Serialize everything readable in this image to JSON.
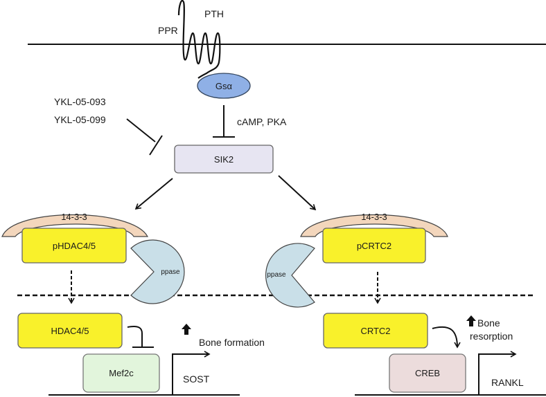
{
  "membrane": {
    "receptor_label": "PPR",
    "ligand_label": "PTH"
  },
  "nodes": {
    "gsa": {
      "label": "Gsα",
      "color": "#8fb0e6"
    },
    "sik2": {
      "label": "SIK2",
      "color": "#e7e5f2"
    },
    "inhibitor_1": "YKL-05-093",
    "inhibitor_2": "YKL-05-099",
    "camp_pka": "cAMP, PKA",
    "left_1433": {
      "label": "14-3-3",
      "color": "#f3d6bc"
    },
    "right_1433": {
      "label": "14-3-3",
      "color": "#f3d6bc"
    },
    "phdac": {
      "label": "pHDAC4/5",
      "color": "#f9f12b"
    },
    "pcrtc2": {
      "label": "pCRTC2",
      "color": "#f9f12b"
    },
    "ppase_left": {
      "label": "ppase",
      "color": "#c9dfe8"
    },
    "ppase_right": {
      "label": "ppase",
      "color": "#c9dfe8"
    },
    "hdac": {
      "label": "HDAC4/5",
      "color": "#f9f12b"
    },
    "crtc2": {
      "label": "CRTC2",
      "color": "#f9f12b"
    },
    "mef2c": {
      "label": "Mef2c",
      "color": "#e2f5dc"
    },
    "creb": {
      "label": "CREB",
      "color": "#ecdcdc"
    }
  },
  "genes": {
    "sost": "SOST",
    "rankl": "RANKL"
  },
  "outcomes": {
    "bone_formation": "Bone formation",
    "bone_resorption_1": "Bone",
    "bone_resorption_2": "resorption"
  }
}
